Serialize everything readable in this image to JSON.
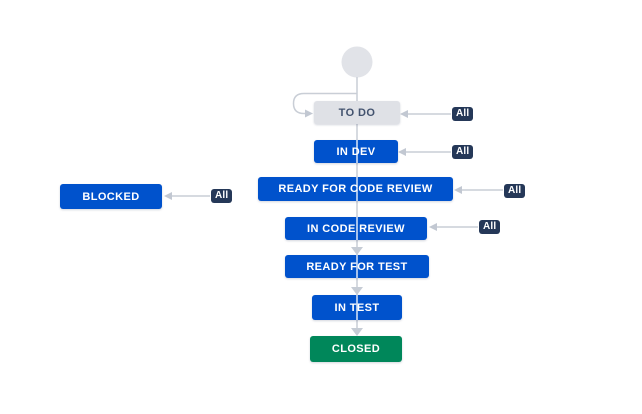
{
  "workflow": {
    "start_node": {
      "shape": "circle"
    },
    "statuses": [
      {
        "label": "TO DO",
        "category": "todo",
        "bg": "#dfe1e6",
        "fg": "#42526e"
      },
      {
        "label": "IN DEV",
        "category": "in-progress",
        "bg": "#0052cc",
        "fg": "#ffffff"
      },
      {
        "label": "READY FOR CODE REVIEW",
        "category": "in-progress",
        "bg": "#0052cc",
        "fg": "#ffffff"
      },
      {
        "label": "BLOCKED",
        "category": "in-progress",
        "bg": "#0052cc",
        "fg": "#ffffff"
      },
      {
        "label": "IN CODE REVIEW",
        "category": "in-progress",
        "bg": "#0052cc",
        "fg": "#ffffff"
      },
      {
        "label": "READY FOR TEST",
        "category": "in-progress",
        "bg": "#0052cc",
        "fg": "#ffffff"
      },
      {
        "label": "IN TEST",
        "category": "in-progress",
        "bg": "#0052cc",
        "fg": "#ffffff"
      },
      {
        "label": "CLOSED",
        "category": "done",
        "bg": "#00875a",
        "fg": "#ffffff"
      }
    ],
    "transition_badges": [
      {
        "label": "All",
        "target": "TO DO"
      },
      {
        "label": "All",
        "target": "IN DEV"
      },
      {
        "label": "All",
        "target": "READY FOR CODE REVIEW"
      },
      {
        "label": "All",
        "target": "IN CODE REVIEW"
      },
      {
        "label": "All",
        "target": "BLOCKED"
      }
    ],
    "colors": {
      "status_blue": "#0052cc",
      "status_green": "#00875a",
      "status_gray": "#dfe1e6",
      "status_gray_text": "#42526e",
      "badge_navy": "#253858",
      "connector_line": "#c9ced6",
      "arrowhead": "#c2c8d2",
      "start_circle": "#e1e3e8",
      "canvas": "#ffffff"
    }
  }
}
